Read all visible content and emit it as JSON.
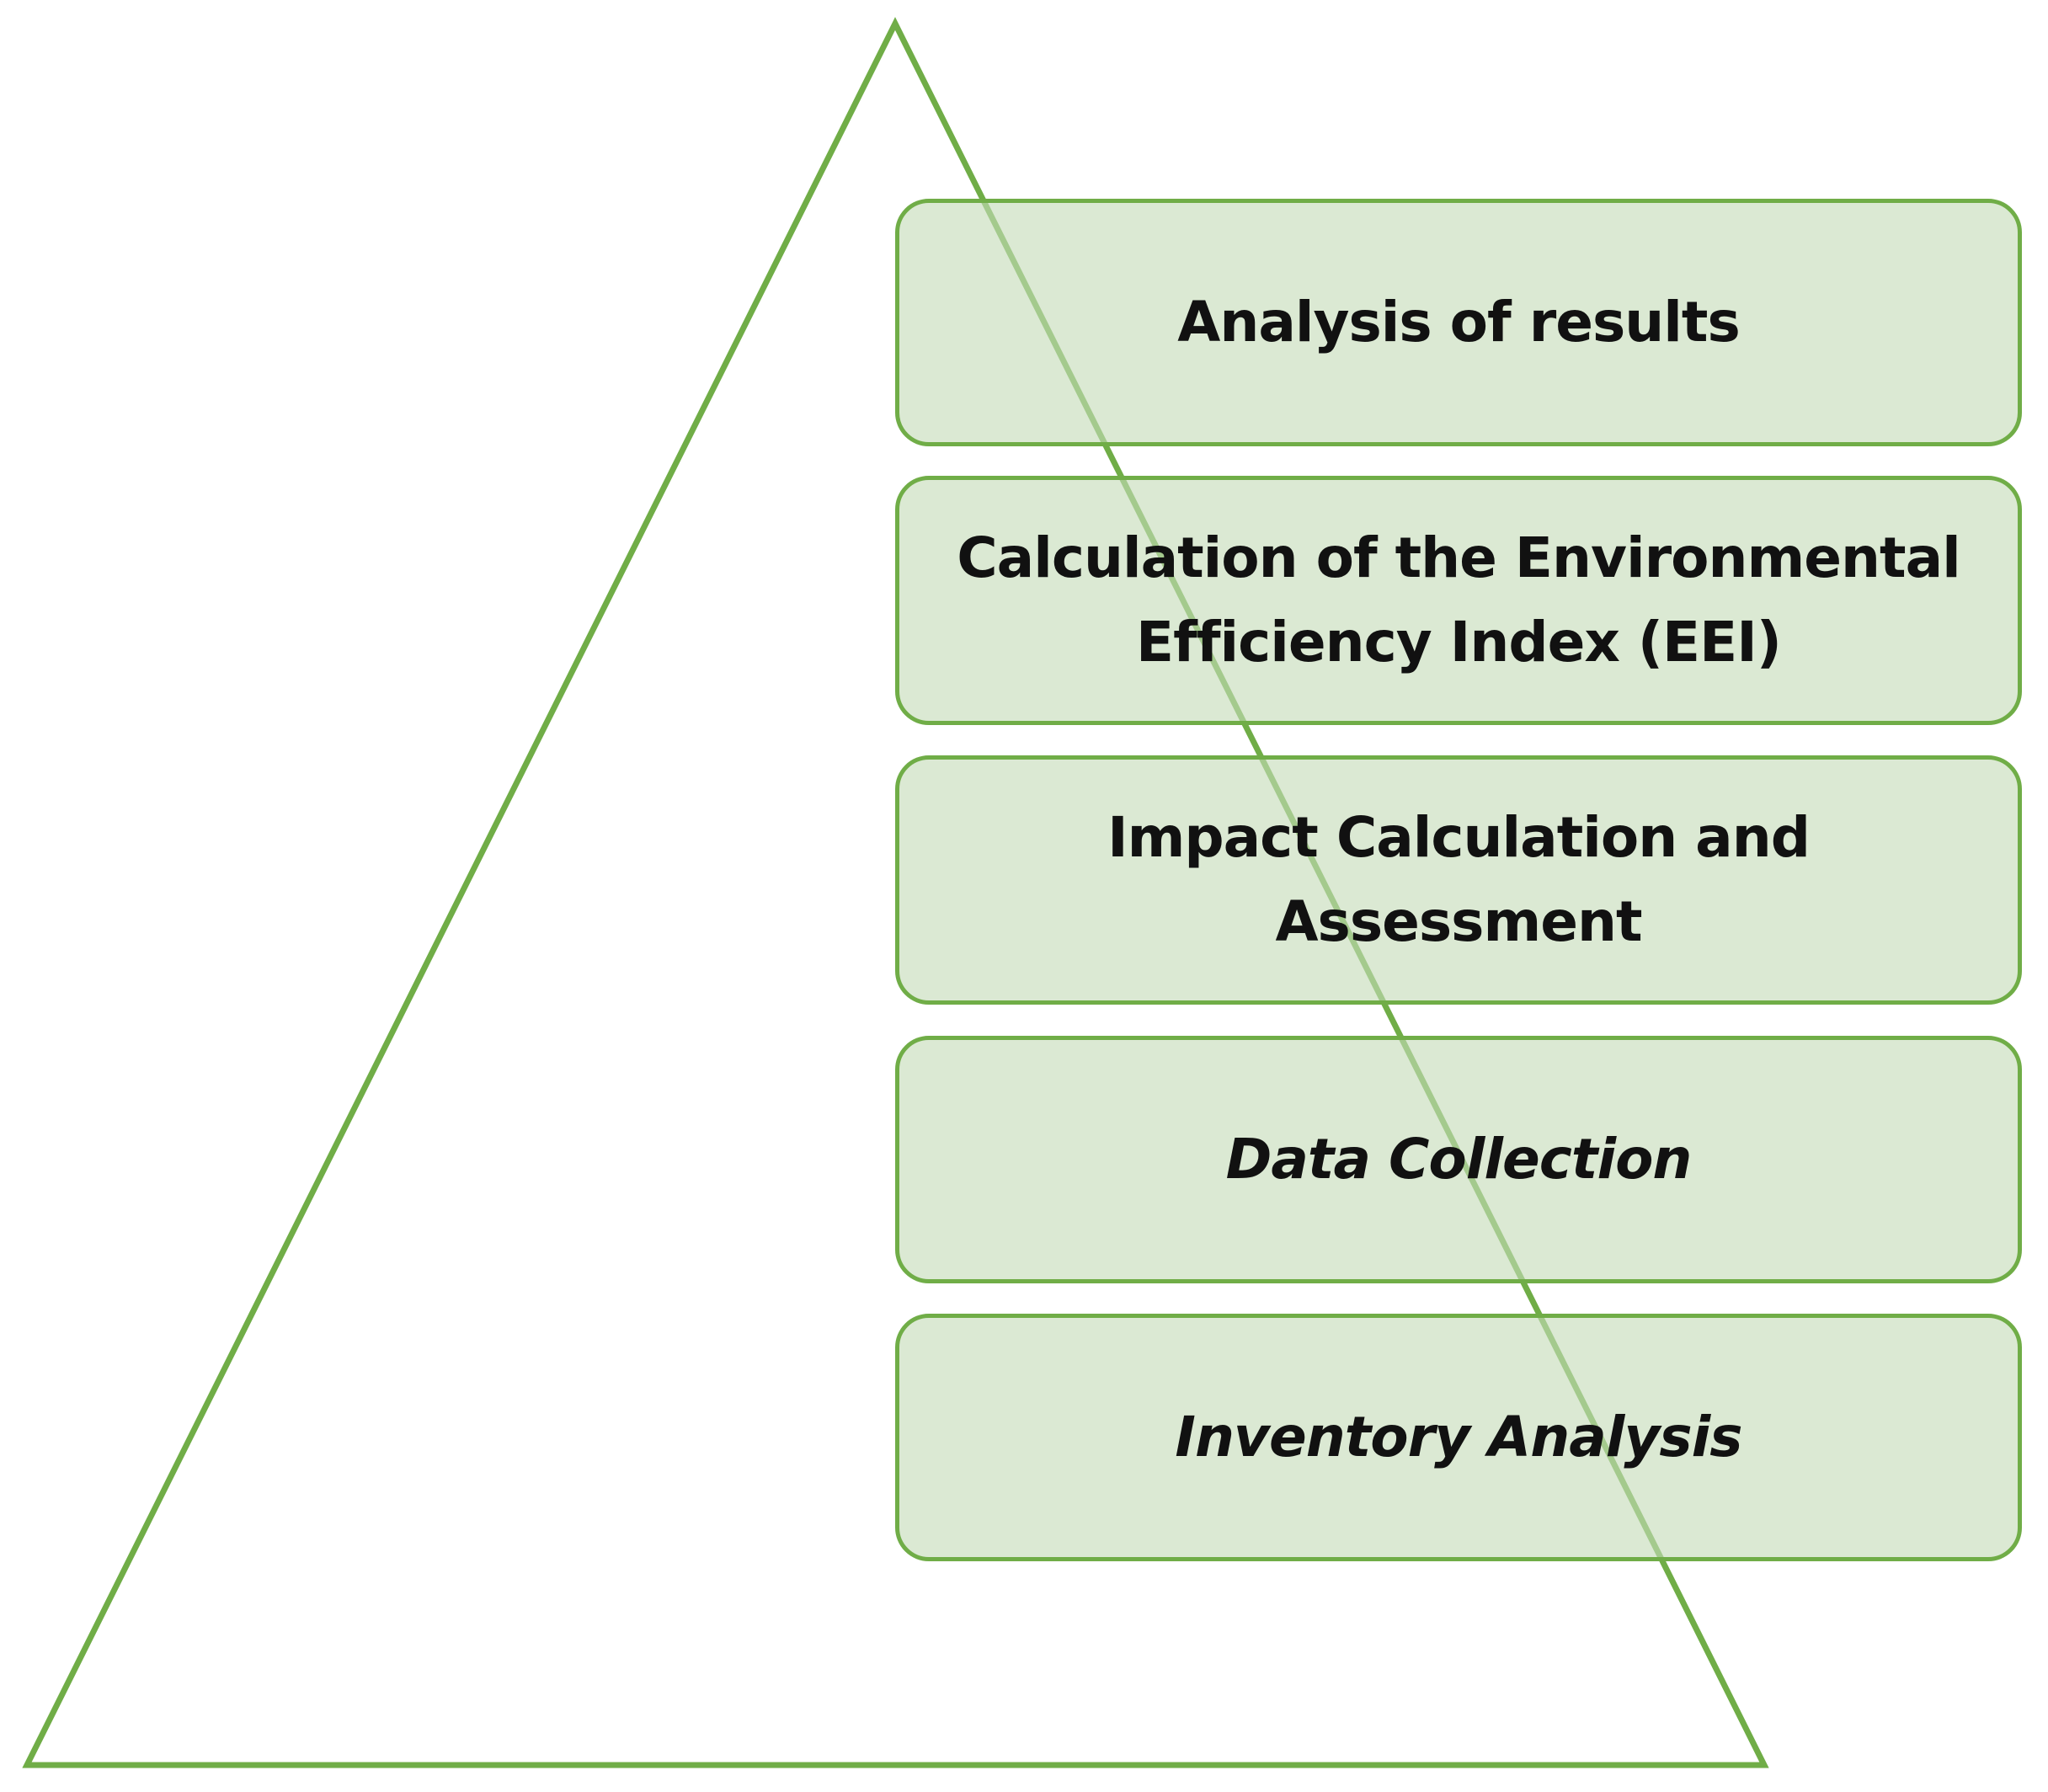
{
  "colors": {
    "outline": "#70AD47",
    "box_fill": "#D9E6CF",
    "text": "#111111",
    "background": "#FFFFFF"
  },
  "steps": [
    {
      "label": "Analysis of results",
      "italic": false
    },
    {
      "label": "Calculation of the Environmental Efficiency Index (EEI)",
      "italic": false
    },
    {
      "label": "Impact Calculation and Assessment",
      "italic": false
    },
    {
      "label": "Data Collection",
      "italic": true
    },
    {
      "label": "Inventory Analysis",
      "italic": true
    }
  ]
}
